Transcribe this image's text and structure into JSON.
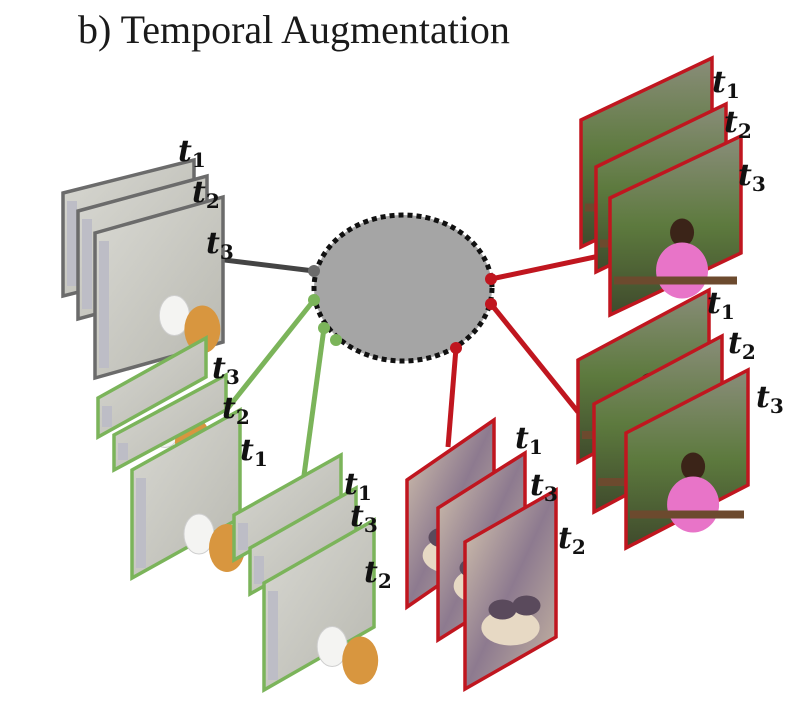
{
  "title": "b) Temporal Augmentation",
  "colors": {
    "anchor": "#6b6b6b",
    "positive": "#7bb45a",
    "negative": "#c0161f",
    "node_fill": "#a5a5a5",
    "node_border": "#111111"
  },
  "groups": [
    {
      "role": "anchor",
      "labels": [
        "t_1",
        "t_2",
        "t_3"
      ]
    },
    {
      "role": "positive",
      "labels": [
        "t_3",
        "t_2",
        "t_1"
      ]
    },
    {
      "role": "positive",
      "labels": [
        "t_1",
        "t_3",
        "t_2"
      ]
    },
    {
      "role": "negative",
      "labels": [
        "t_1",
        "t_2",
        "t_3"
      ]
    },
    {
      "role": "negative",
      "labels": [
        "t_1",
        "t_2",
        "t_3"
      ]
    },
    {
      "role": "negative",
      "labels": [
        "t_1",
        "t_3",
        "t_2"
      ]
    }
  ]
}
